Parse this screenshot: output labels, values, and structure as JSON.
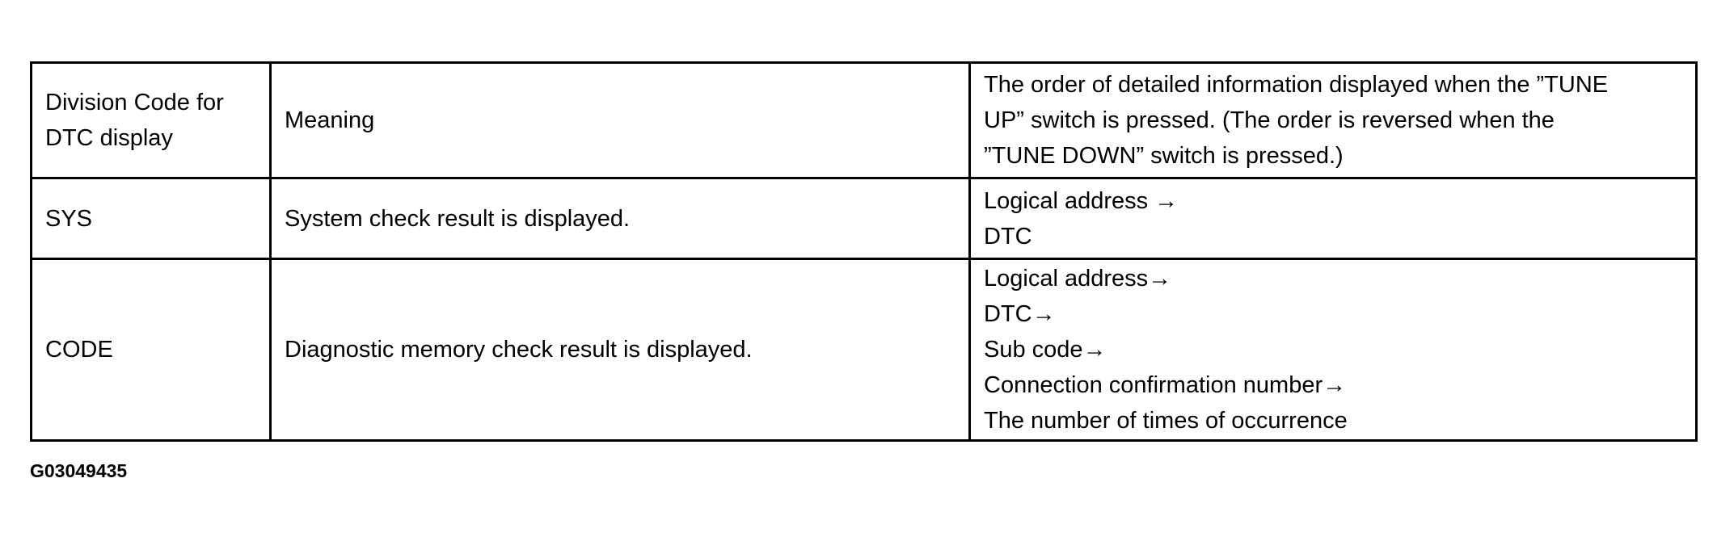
{
  "table": {
    "header": {
      "division": [
        "Division Code for",
        "DTC display"
      ],
      "meaning": "Meaning",
      "order": [
        "The order of detailed information displayed when the ”TUNE",
        "UP” switch is pressed. (The order is reversed when the",
        "”TUNE DOWN” switch is pressed.)"
      ]
    },
    "rows": [
      {
        "division": "SYS",
        "meaning": "System check result is displayed.",
        "order": [
          "Logical address →",
          "DTC"
        ]
      },
      {
        "division": "CODE",
        "meaning": "Diagnostic memory check result is displayed.",
        "order": [
          "Logical address→",
          "DTC→",
          "Sub code→",
          "Connection confirmation number→",
          "The number of times of occurrence"
        ]
      }
    ]
  },
  "figure_id": "G03049435"
}
